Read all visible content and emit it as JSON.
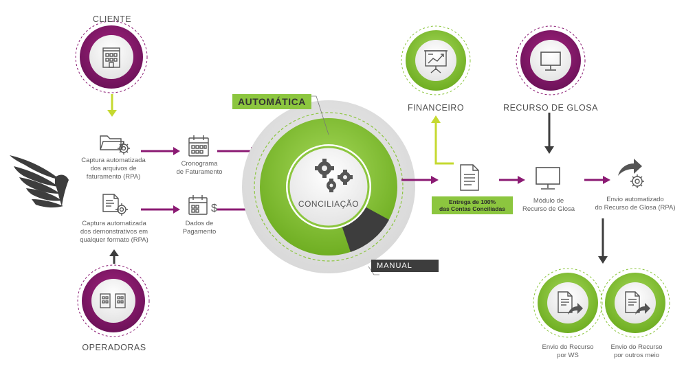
{
  "colors": {
    "purple": "#8b1a73",
    "purple_dark": "#6d1259",
    "green": "#8cc63f",
    "green_light": "#a6d95a",
    "lime": "#c5d930",
    "dark_gray": "#3d3d3d",
    "gray": "#555555"
  },
  "nodes": {
    "cliente": {
      "label": "CLIENTE",
      "icon": "building-icon"
    },
    "operadoras": {
      "label": "OPERADORAS",
      "icon": "buildings-icon"
    },
    "captura_arquivos": {
      "label": "Captura automatizada\ndos arquivos de\nfaturamento (RPA)",
      "icon": "folder-gear-icon"
    },
    "captura_demonstrativos": {
      "label": "Captura automatizada\ndos demonstrativos em\nqualquer formato (RPA)",
      "icon": "document-gear-icon"
    },
    "cronograma": {
      "label": "Cronograma\nde Faturamento",
      "icon": "calendar-icon"
    },
    "dados_pagamento": {
      "label": "Dados de\nPagamento",
      "icon": "calendar-dollar-icon"
    },
    "conciliacao": {
      "label": "CONCILIAÇÃO",
      "icon": "gears-icon",
      "automatica_tag": "AUTOMÁTICA",
      "manual_tag": "MANUAL"
    },
    "entrega": {
      "label": "Entrega de 100%\ndas Contas Conciliadas",
      "icon": "document-icon"
    },
    "financeiro": {
      "label": "FINANCEIRO",
      "icon": "presentation-chart-icon"
    },
    "recurso_glosa": {
      "label": "RECURSO DE GLOSA",
      "icon": "monitor-icon"
    },
    "modulo_glosa": {
      "label": "Módulo de\nRecurso de Glosa",
      "icon": "monitor-icon"
    },
    "envio_automatizado": {
      "label": "Envio automatizado\ndo Recurso de Glosa (RPA)",
      "icon": "share-gear-icon"
    },
    "envio_ws": {
      "label": "Envio do Recurso\npor WS",
      "icon": "document-share-icon"
    },
    "envio_outros": {
      "label": "Envio do Recurso\npor outros meio",
      "icon": "document-share-icon"
    }
  },
  "logo": {
    "icon": "eagle-logo-icon"
  }
}
